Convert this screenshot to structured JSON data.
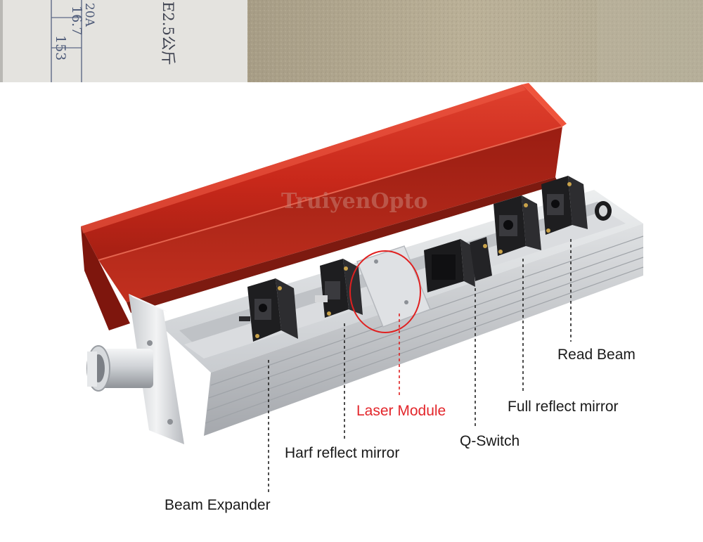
{
  "watermark": {
    "text": "TruiyenOpto"
  },
  "paper_note": {
    "lines": [
      "20A",
      "16.7",
      "153",
      "E2.5公斤"
    ]
  },
  "labels": {
    "laser_module": "Laser Module",
    "read_beam": "Read Beam",
    "full_reflect_mirror": "Full reflect mirror",
    "q_switch": "Q-Switch",
    "harf_reflect_mirror": "Harf reflect mirror",
    "beam_expander": "Beam Expander"
  },
  "colors": {
    "cover_red": "#c8281a",
    "cover_red_dark": "#8e1a10",
    "rail_silver": "#d4d6d8",
    "rail_shadow": "#a9acb0",
    "mount_black": "#1e1e20",
    "brass": "#c9a24a",
    "label_red": "#e3262b",
    "leader_dash": "#222222",
    "highlight_circle": "#e02020",
    "stone_texture": "#b6ab92"
  }
}
